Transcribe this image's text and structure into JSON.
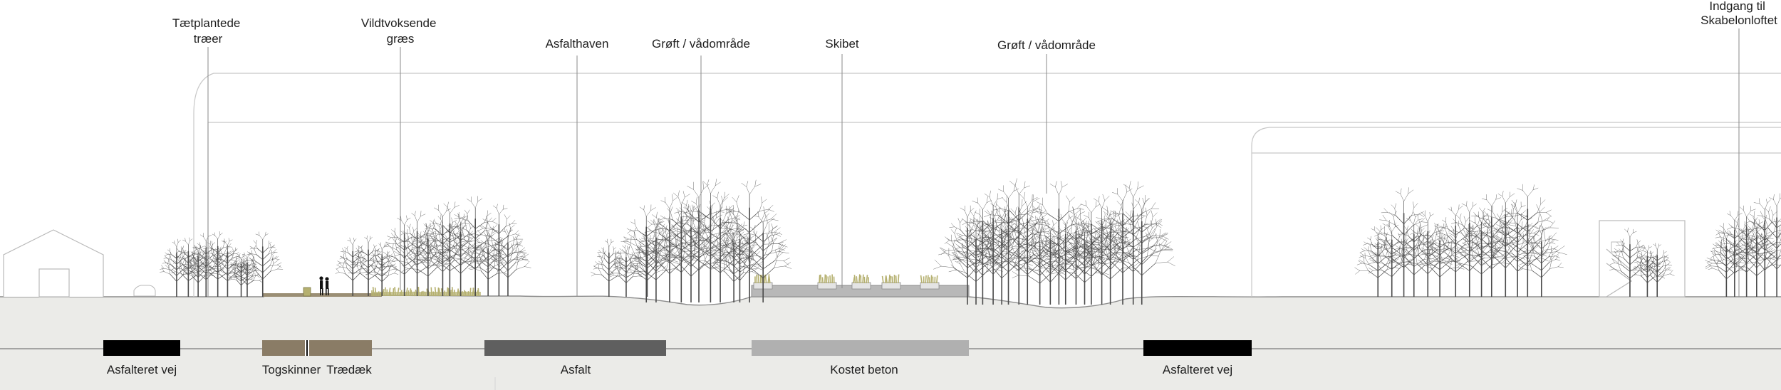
{
  "annotations": [
    {
      "id": "taetplantede",
      "lines": [
        "Tætplantede",
        "træer"
      ]
    },
    {
      "id": "vildtvoksende",
      "lines": [
        "Vildtvoksende",
        "græs"
      ]
    },
    {
      "id": "asfalthaven",
      "lines": [
        "Asfalthaven"
      ]
    },
    {
      "id": "groeft1",
      "lines": [
        "Grøft / vådområde"
      ]
    },
    {
      "id": "skibet",
      "lines": [
        "Skibet"
      ]
    },
    {
      "id": "groeft2",
      "lines": [
        "Grøft / vådområde"
      ]
    },
    {
      "id": "indgang",
      "lines": [
        "Indgang til",
        "Skabelonloftet"
      ]
    }
  ],
  "materials": [
    {
      "id": "asfalteret-vej-1",
      "label": "Asfalteret vej",
      "color": "#000000"
    },
    {
      "id": "togskinner",
      "label": "Togskinner",
      "color": "#8a7c66"
    },
    {
      "id": "traedaek",
      "label": "Trædæk",
      "color": "#8a7c66"
    },
    {
      "id": "asfalt",
      "label": "Asfalt",
      "color": "#5f5f5f"
    },
    {
      "id": "kostet-beton",
      "label": "Kostet beton",
      "color": "#b0b0b0"
    },
    {
      "id": "asfalteret-vej-2",
      "label": "Asfalteret vej",
      "color": "#000000"
    }
  ],
  "colors": {
    "ground": "#ebebe8",
    "grass": "#b5b070",
    "tree": "#4a4a4a",
    "lines": "#c8c8c8"
  }
}
